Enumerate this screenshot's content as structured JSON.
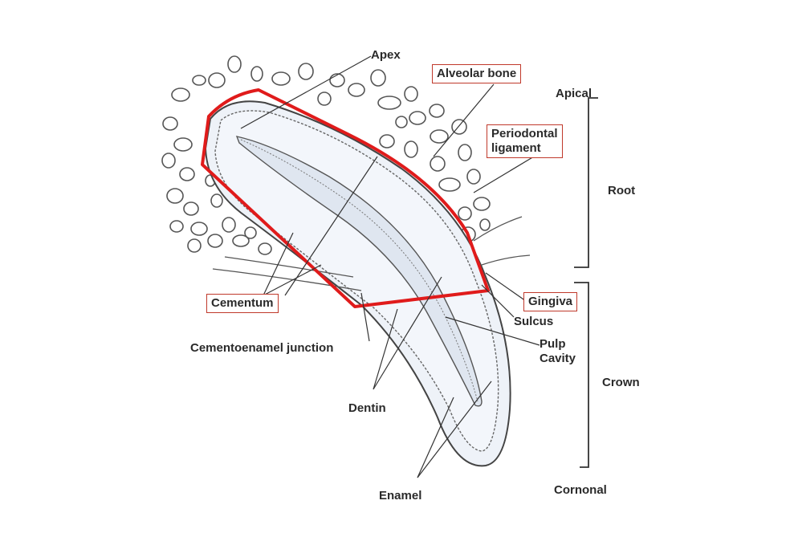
{
  "labels": {
    "apex": "Apex",
    "alveolar_bone": "Alveolar bone",
    "apical": "Apical",
    "periodontal_line1": "Periodontal",
    "periodontal_line2": "ligament",
    "root": "Root",
    "gingiva": "Gingiva",
    "sulcus": "Sulcus",
    "pulp_line1": "Pulp",
    "pulp_line2": "Cavity",
    "crown": "Crown",
    "cementum": "Cementum",
    "cej": "Cementoenamel junction",
    "dentin": "Dentin",
    "enamel": "Enamel",
    "coronal": "Cornonal"
  },
  "colors": {
    "highlight": "#e01b1b",
    "box_border": "#c0392b",
    "tooth_fill": "#eef2f8",
    "line": "#333333"
  }
}
